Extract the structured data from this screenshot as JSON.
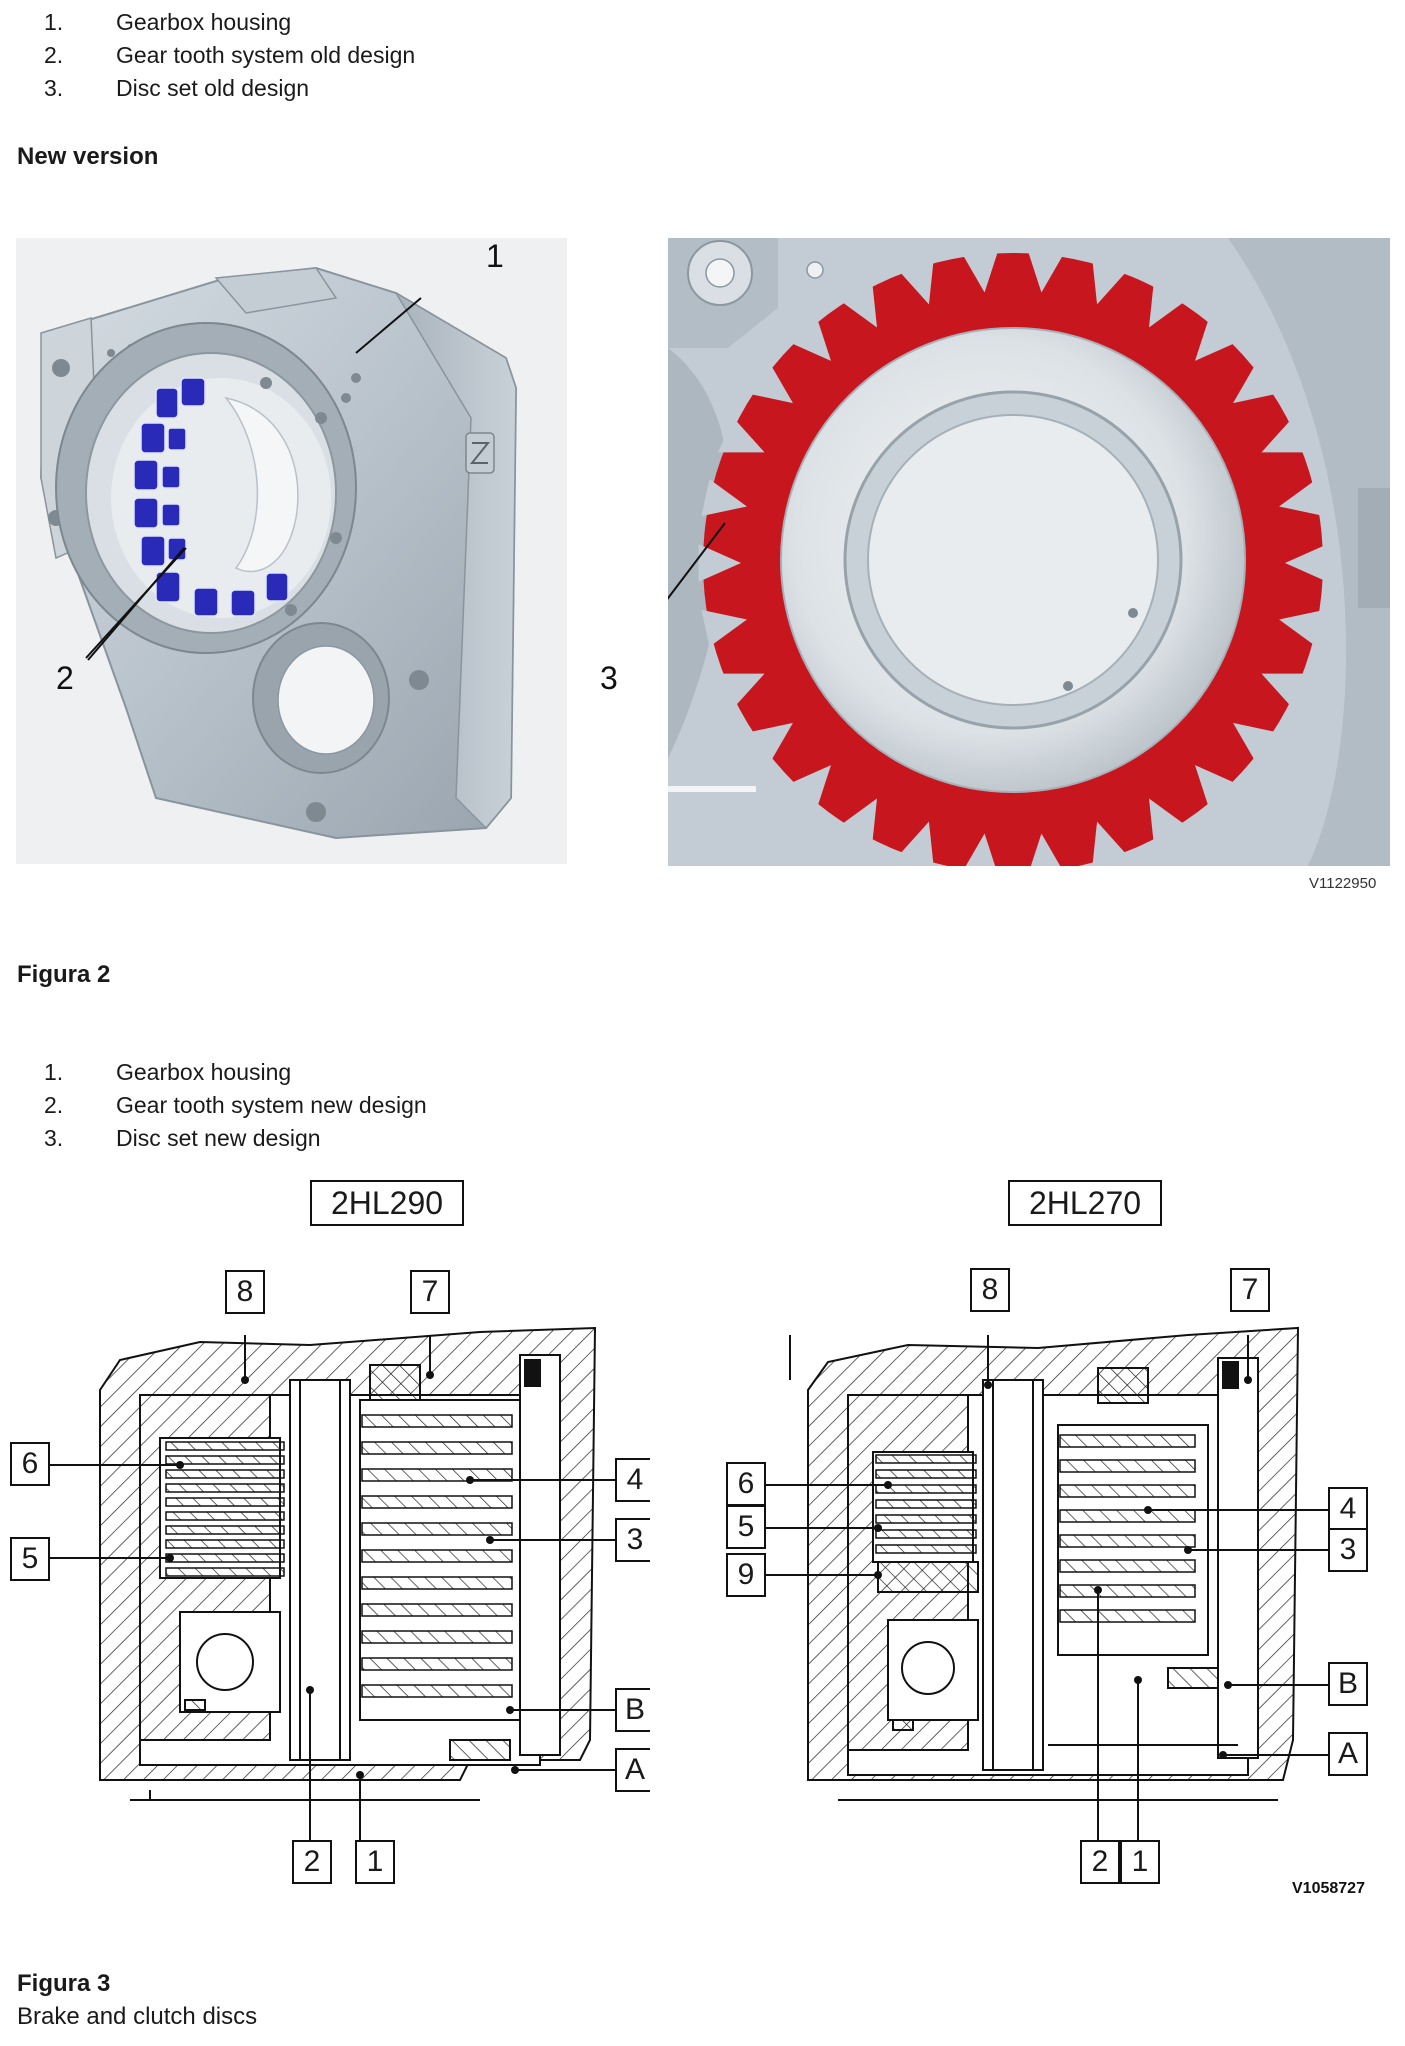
{
  "list_old": [
    {
      "num": "1.",
      "text": "Gearbox housing"
    },
    {
      "num": "2.",
      "text": "Gear tooth system old design"
    },
    {
      "num": "3.",
      "text": "Disc set old design"
    }
  ],
  "new_version_heading": "New version",
  "photo_left": {
    "callouts": [
      "1",
      "2"
    ]
  },
  "photo_right": {
    "callouts": [
      "3"
    ]
  },
  "photo_code": "V1122950",
  "figura2_caption": "Figura 2",
  "list_new": [
    {
      "num": "1.",
      "text": "Gearbox housing"
    },
    {
      "num": "2.",
      "text": "Gear tooth system new design"
    },
    {
      "num": "3.",
      "text": "Disc set new design"
    }
  ],
  "diagram_left": {
    "title": "2HL290",
    "labels": {
      "l8": "8",
      "l7": "7",
      "l6": "6",
      "l5": "5",
      "l4": "4",
      "l3": "3",
      "lB": "B",
      "lA": "A",
      "l2": "2",
      "l1": "1"
    }
  },
  "diagram_right": {
    "title": "2HL270",
    "labels": {
      "l8": "8",
      "l7": "7",
      "l6": "6",
      "l5": "5",
      "l9": "9",
      "l4": "4",
      "l3": "3",
      "lB": "B",
      "lA": "A",
      "l2": "2",
      "l1": "1"
    }
  },
  "diagram_code": "V1058727",
  "figura3_caption": "Figura 3",
  "figura3_subcaption": "Brake and clutch discs",
  "colors": {
    "housing_gray": "#bfc8d0",
    "disc_red": "#c8161e",
    "tooth_blue": "#2a2ab8"
  }
}
